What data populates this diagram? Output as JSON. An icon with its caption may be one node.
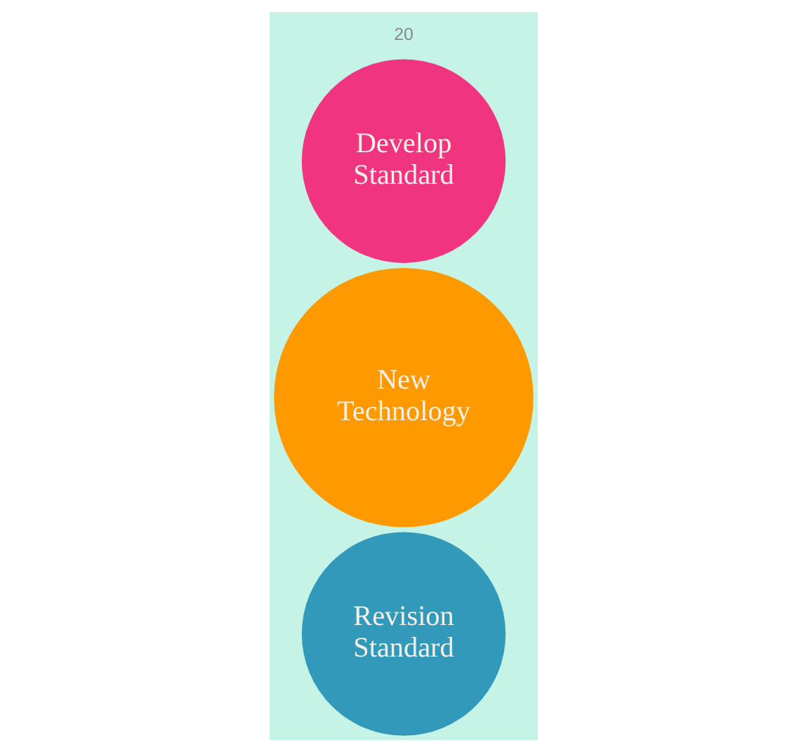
{
  "diagram": {
    "nodes": [
      {
        "text": [
          "Revision Standard"
        ]
      },
      {
        "text": [
          "Develop Standard"
        ]
      },
      {
        "text": [
          "New Technology"
        ]
      }
    ],
    "labels": [
      "20"
    ]
  }
}
